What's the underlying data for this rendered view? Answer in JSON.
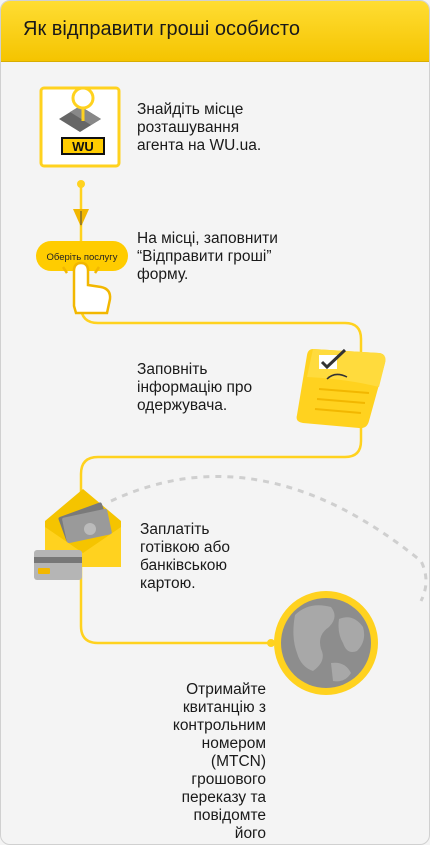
{
  "header": {
    "title": "Як відправити гроші особисто"
  },
  "colors": {
    "accent": "#ffcc00",
    "line": "#ffd21f",
    "header": "#f5c400",
    "grey": "#8a8a8a"
  },
  "icons": [
    "map-location-icon",
    "wu-logo-icon",
    "tap-hand-icon",
    "form-icon",
    "money-envelope-icon",
    "bank-card-icon",
    "globe-icon"
  ],
  "steps": [
    {
      "text": "Знайдіть місце розташування агента на WU.ua.",
      "logo": "WU"
    },
    {
      "text": "На місці, заповнити “Відправити гроші” форму.",
      "button_label": "Оберіть послугу"
    },
    {
      "text": "Заповніть інформацію про одержувача."
    },
    {
      "text": "Заплатіть готівкою або банківською картою."
    },
    {
      "text": "Отримайте квитанцію з контрольним номером (MTCN) грошового переказу та повідомте його одержувачу."
    }
  ]
}
